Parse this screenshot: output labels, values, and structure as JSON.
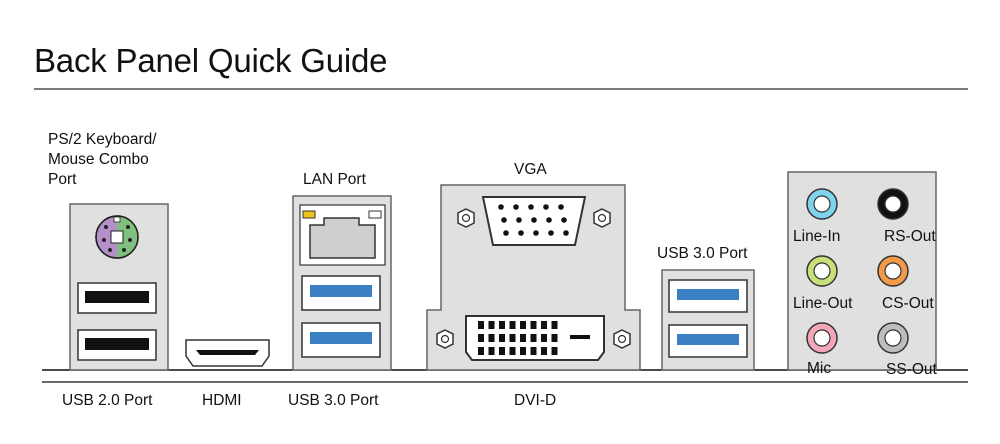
{
  "title": "Back Panel Quick Guide",
  "labels": {
    "ps2": "PS/2 Keyboard/\nMouse Combo\nPort",
    "lan": "LAN Port",
    "vga": "VGA",
    "usb30_right": "USB 3.0 Port",
    "usb20": "USB 2.0 Port",
    "hdmi": "HDMI",
    "usb30_bottom": "USB 3.0 Port",
    "dvid": "DVI-D"
  },
  "audio": [
    {
      "label": "Line-In",
      "color": "#7fd3ea"
    },
    {
      "label": "RS-Out",
      "color": "#111111"
    },
    {
      "label": "Line-Out",
      "color": "#c8e07a"
    },
    {
      "label": "CS-Out",
      "color": "#f29a4a"
    },
    {
      "label": "Mic",
      "color": "#f2a6b8"
    },
    {
      "label": "SS-Out",
      "color": "#bdbdbd"
    }
  ],
  "colors": {
    "panel_fill": "#e0e0e0",
    "usb3_blue": "#3b7fc4",
    "ps2_purple": "#b48fc8",
    "ps2_green": "#7ec07e",
    "lan_led_yellow": "#f1c21b"
  }
}
